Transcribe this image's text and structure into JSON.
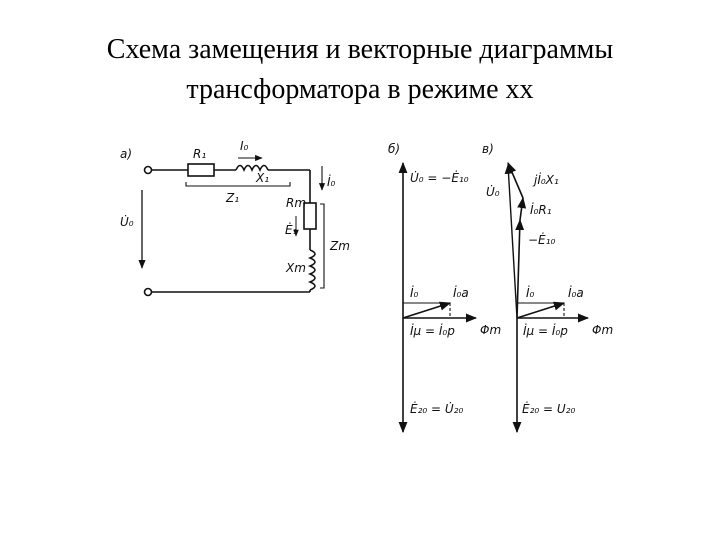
{
  "title": {
    "line1": "Схема замещения и векторные диаграммы",
    "line2": "трансформатора в режиме хх"
  },
  "figure": {
    "panel_a": {
      "label": "а)",
      "labels": {
        "R1": "R₁",
        "I0": "I₀",
        "X1": "X₁",
        "Z1": "Z₁",
        "U0": "U̇₀",
        "I0_shunt": "İ₀",
        "Rm": "Rm",
        "E1": "Ė₁",
        "Zm": "Zm",
        "Xm": "Xm"
      }
    },
    "panel_b": {
      "label": "б)",
      "labels": {
        "top": "U̇₀ = −Ė₁₀",
        "I0": "İ₀",
        "I0a": "İ₀а",
        "phi": "Φm",
        "Imu": "İμ = İ₀р",
        "bottom": "Ė₂₀ = U̇₂₀"
      }
    },
    "panel_c": {
      "label": "в)",
      "labels": {
        "jIX": "jİ₀X₁",
        "U0": "U̇₀",
        "IR": "İ₀R₁",
        "E10": "−Ė₁₀",
        "I0": "İ₀",
        "I0a": "İ₀а",
        "phi": "Φm",
        "Imu": "İμ = İ₀р",
        "bottom": "Ė₂₀ = U₂₀"
      }
    }
  }
}
